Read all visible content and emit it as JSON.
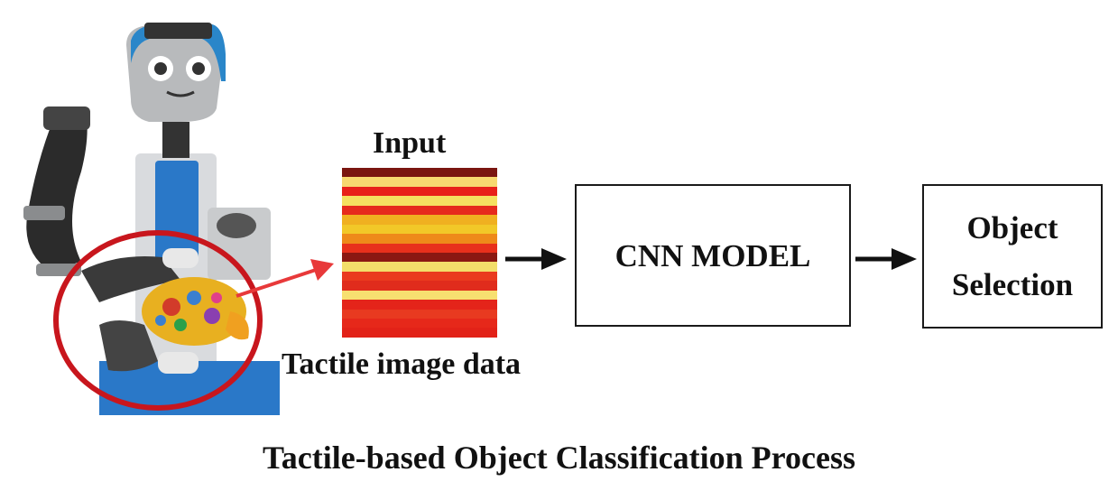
{
  "diagram": {
    "input_label": "Input",
    "tactile_label": "Tactile image data",
    "cnn_label": "CNN MODEL",
    "object_lines": [
      "Object",
      "Selection"
    ],
    "caption": "Tactile-based Object Classification Process"
  },
  "heatmap_rows": [
    "#7a1510",
    "#f7d870",
    "#e8201a",
    "#f5e060",
    "#e62a1c",
    "#f0b020",
    "#f2c828",
    "#ee8a1a",
    "#e8301c",
    "#8a1812",
    "#f3de6a",
    "#ea3a1e",
    "#e02c1c",
    "#f7e070",
    "#e4241a",
    "#e83a20",
    "#e6281a",
    "#e22218"
  ],
  "colors": {
    "arrow_red": "#e8393a",
    "ellipse_red": "#c8161d",
    "robot_blue": "#2a78c8"
  },
  "icons": [
    "robot-photo",
    "arrow-right-icon"
  ]
}
